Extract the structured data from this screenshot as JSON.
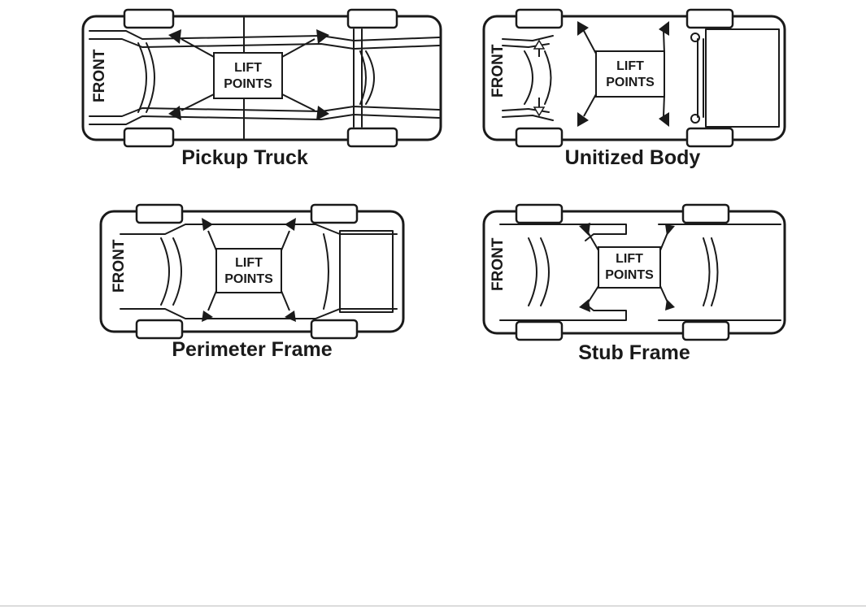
{
  "panels": [
    {
      "caption": "Pickup Truck",
      "front_label": "FRONT",
      "box_lines": [
        "LIFT",
        "POINTS"
      ]
    },
    {
      "caption": "Unitized Body",
      "front_label": "FRONT",
      "box_lines": [
        "LIFT",
        "POINTS"
      ]
    },
    {
      "caption": "Perimeter Frame",
      "front_label": "FRONT",
      "box_lines": [
        "LIFT",
        "POINTS"
      ]
    },
    {
      "caption": "Stub Frame",
      "front_label": "FRONT",
      "box_lines": [
        "LIFT",
        "POINTS"
      ]
    }
  ],
  "colors": {
    "ink": "#1a1a1a",
    "background": "#ffffff",
    "rule": "#bdbdbd"
  }
}
